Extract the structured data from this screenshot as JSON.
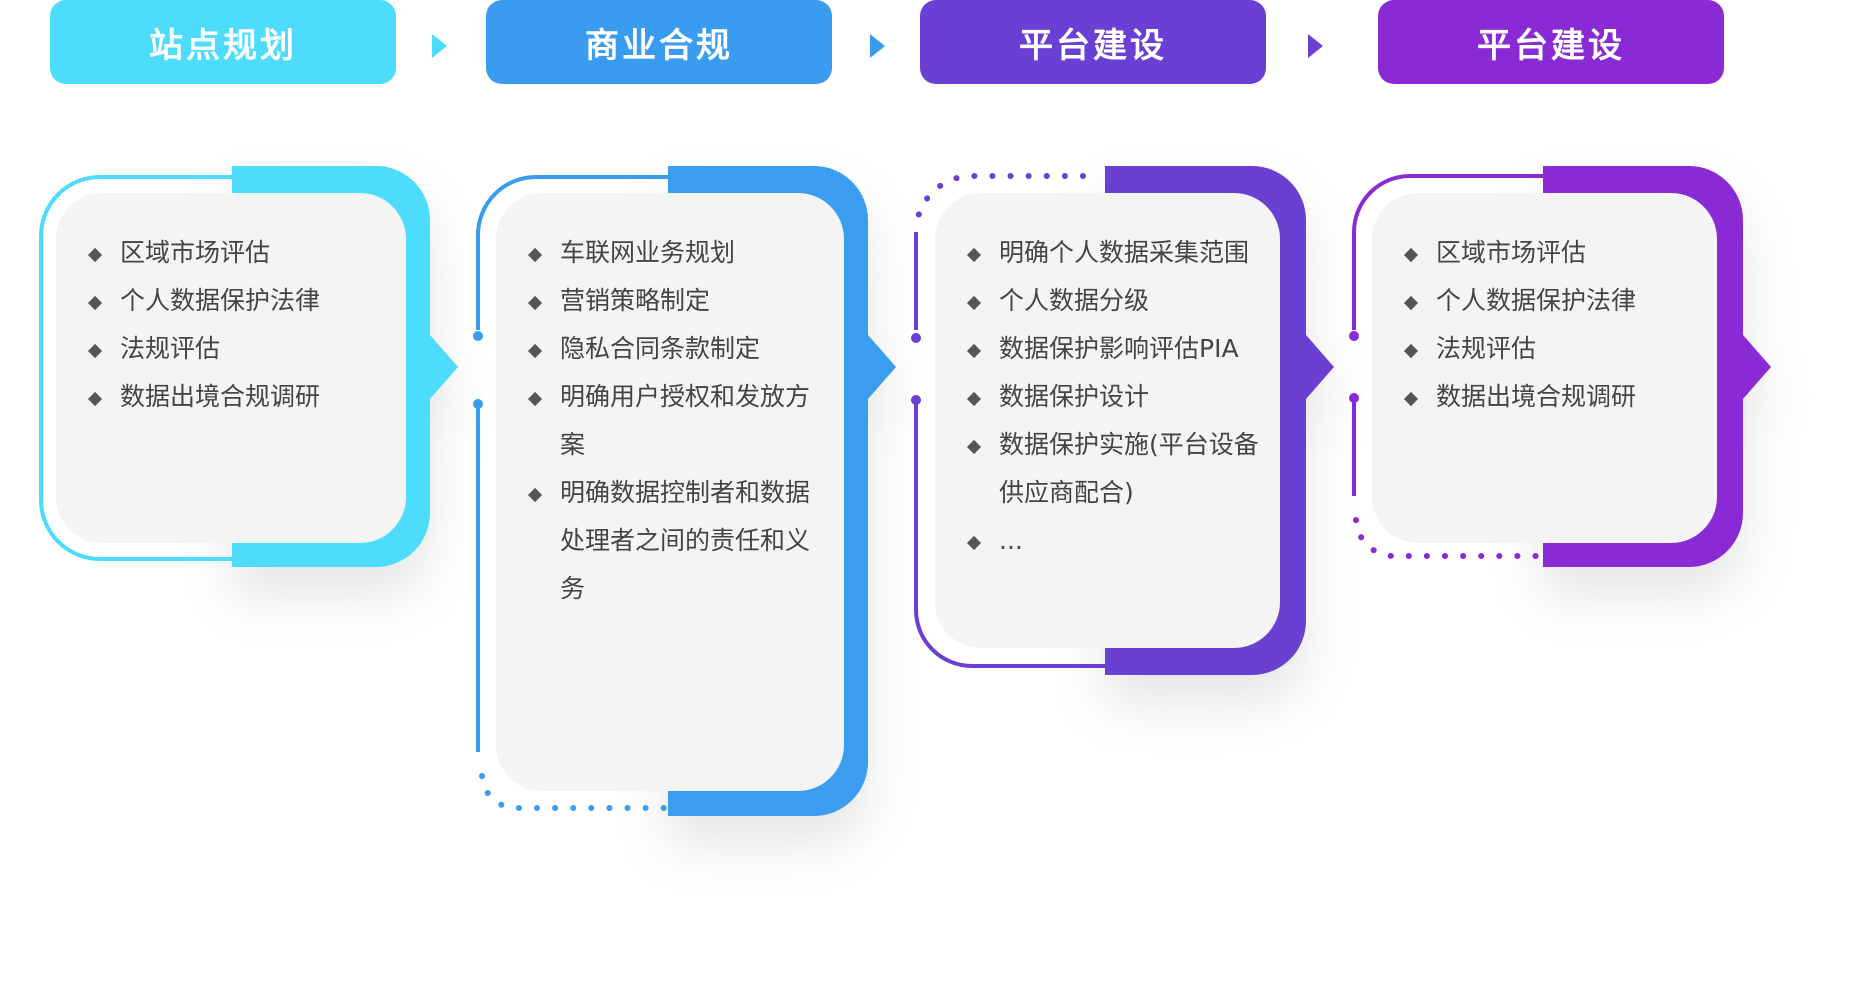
{
  "steps": [
    {
      "title": "站点规划",
      "color": "#4ddcfc",
      "items": [
        "区域市场评估",
        "个人数据保护法律",
        "法规评估",
        "数据出境合规调研"
      ]
    },
    {
      "title": "商业合规",
      "color": "#3a9cf0",
      "items": [
        "车联网业务规划",
        "营销策略制定",
        "隐私合同条款制定",
        "明确用户授权和发放方案",
        "明确数据控制者和数据处理者之间的责任和义务"
      ]
    },
    {
      "title": "平台建设",
      "color": "#6a3fd3",
      "items": [
        "明确个人数据采集范围",
        "个人数据分级",
        "数据保护影响评估PIA",
        "数据保护设计",
        "数据保护实施(平台设备供应商配合)",
        "..."
      ]
    },
    {
      "title": "平台建设",
      "color": "#8a2ad4",
      "items": [
        "区域市场评估",
        "个人数据保护法律",
        "法规评估",
        "数据出境合规调研"
      ]
    }
  ],
  "icons": {
    "bullet": "diamond-icon",
    "flow_arrow": "triangle-right-icon"
  }
}
